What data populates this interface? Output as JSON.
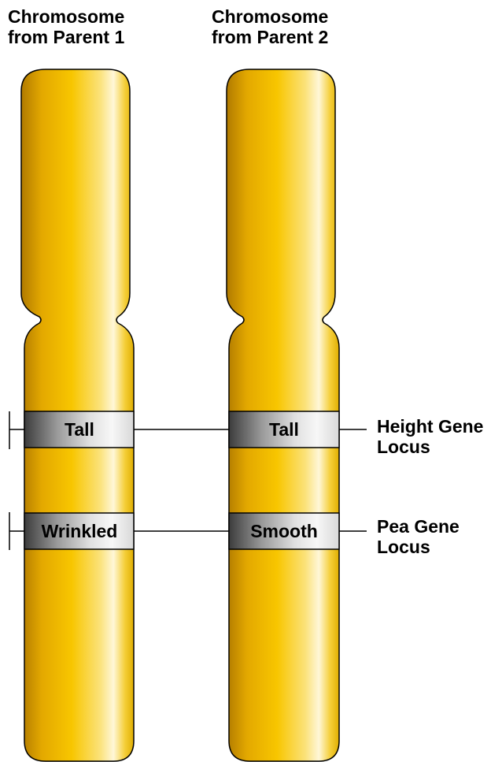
{
  "parent1": {
    "title_line1": "Chromosome",
    "title_line2": "from Parent 1",
    "height_allele": "Tall",
    "pea_allele": "Wrinkled"
  },
  "parent2": {
    "title_line1": "Chromosome",
    "title_line2": "from Parent 2",
    "height_allele": "Tall",
    "pea_allele": "Smooth"
  },
  "loci": {
    "height_line1": "Height Gene",
    "height_line2": "Locus",
    "pea_line1": "Pea Gene",
    "pea_line2": "Locus"
  },
  "colors": {
    "chromosome_gold": "#F5C000",
    "chromosome_dark": "#B07A00",
    "chromosome_highlight": "#FFF7D8",
    "band_dark": "#3c3c3c",
    "band_light": "#f4f4f4",
    "outline": "#000000"
  }
}
